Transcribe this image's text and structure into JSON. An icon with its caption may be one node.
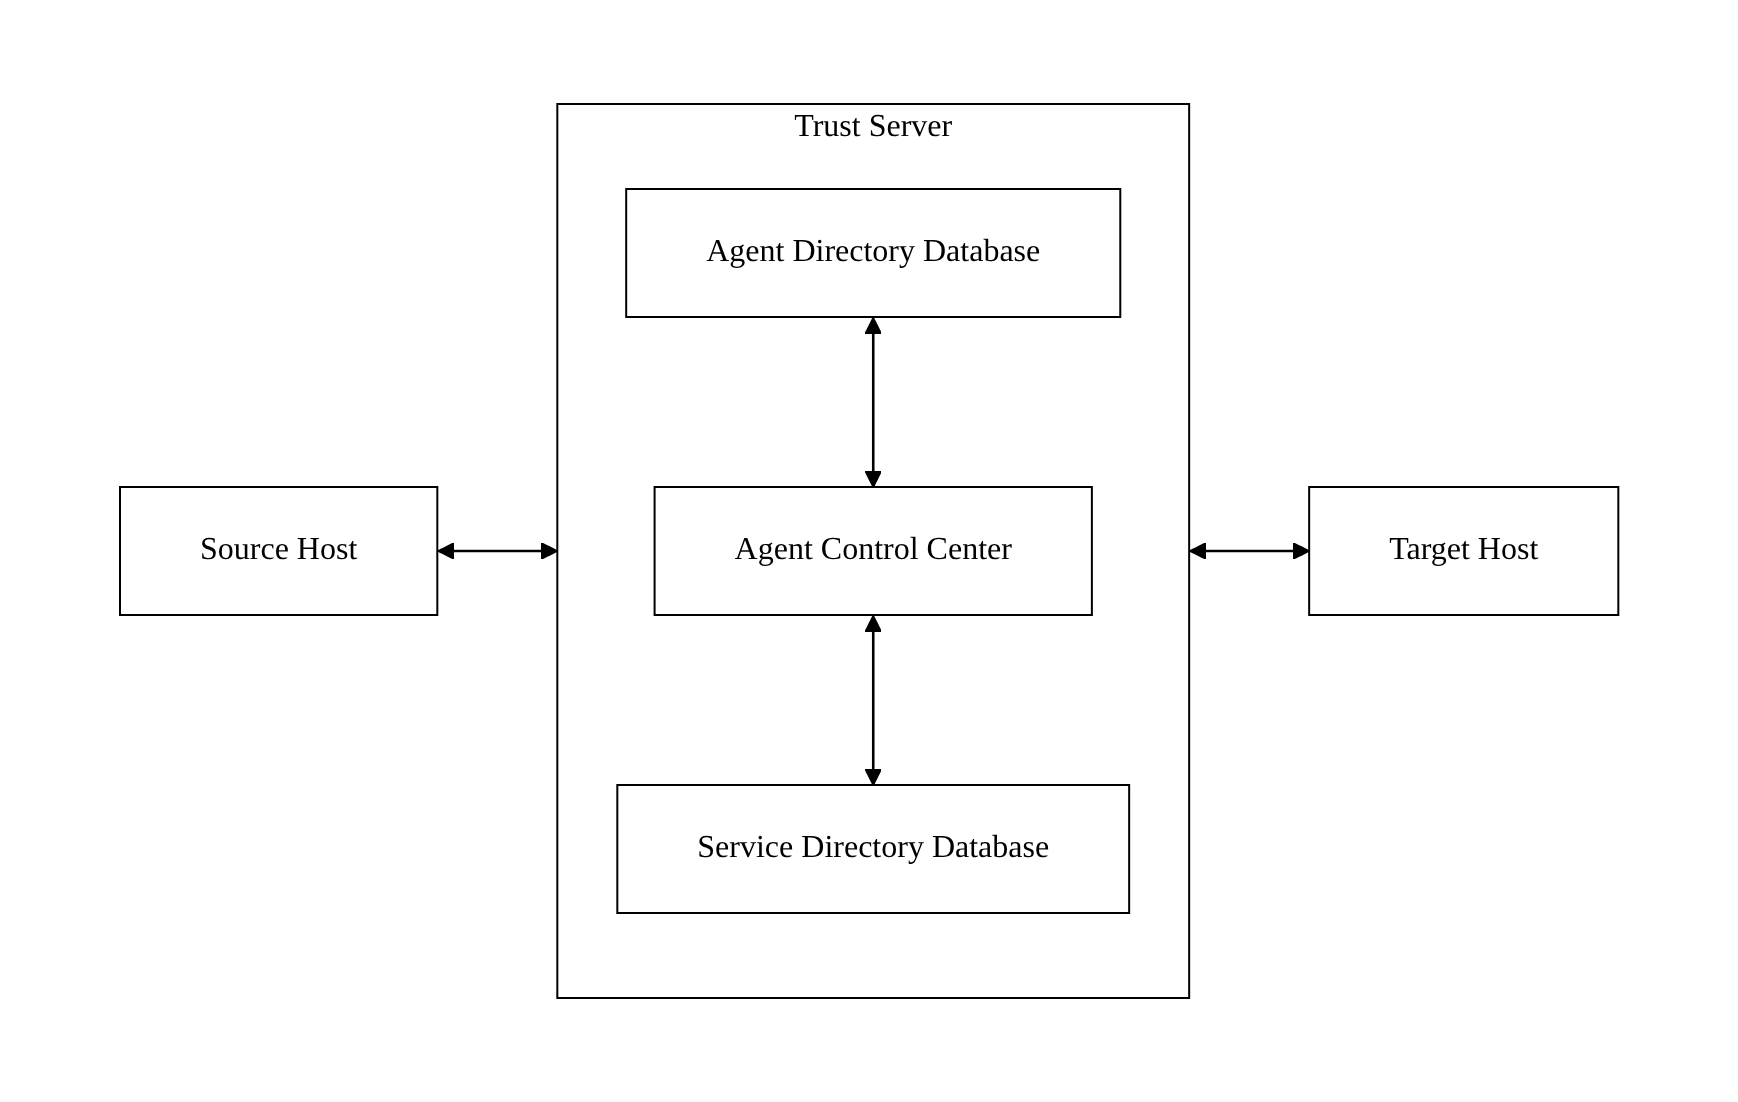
{
  "diagram": {
    "nodes": [
      {
        "text": [
          "Source Host"
        ]
      },
      {
        "text": [
          "Trust Server"
        ]
      },
      {
        "text": [
          "Agent Directory Database"
        ],
        "in": 1
      },
      {
        "text": [
          "Agent Control Center"
        ],
        "in": 1
      },
      {
        "text": [
          "Service Directory Database"
        ],
        "in": 1
      },
      {
        "text": [
          "Target Host"
        ]
      }
    ],
    "edges": [
      {
        "from": 0,
        "to": 1,
        "arrow": "both"
      },
      {
        "from": 2,
        "to": 3,
        "arrow": "both"
      },
      {
        "from": 3,
        "to": 4,
        "arrow": "both"
      },
      {
        "from": 1,
        "to": 5,
        "arrow": "both"
      }
    ]
  }
}
